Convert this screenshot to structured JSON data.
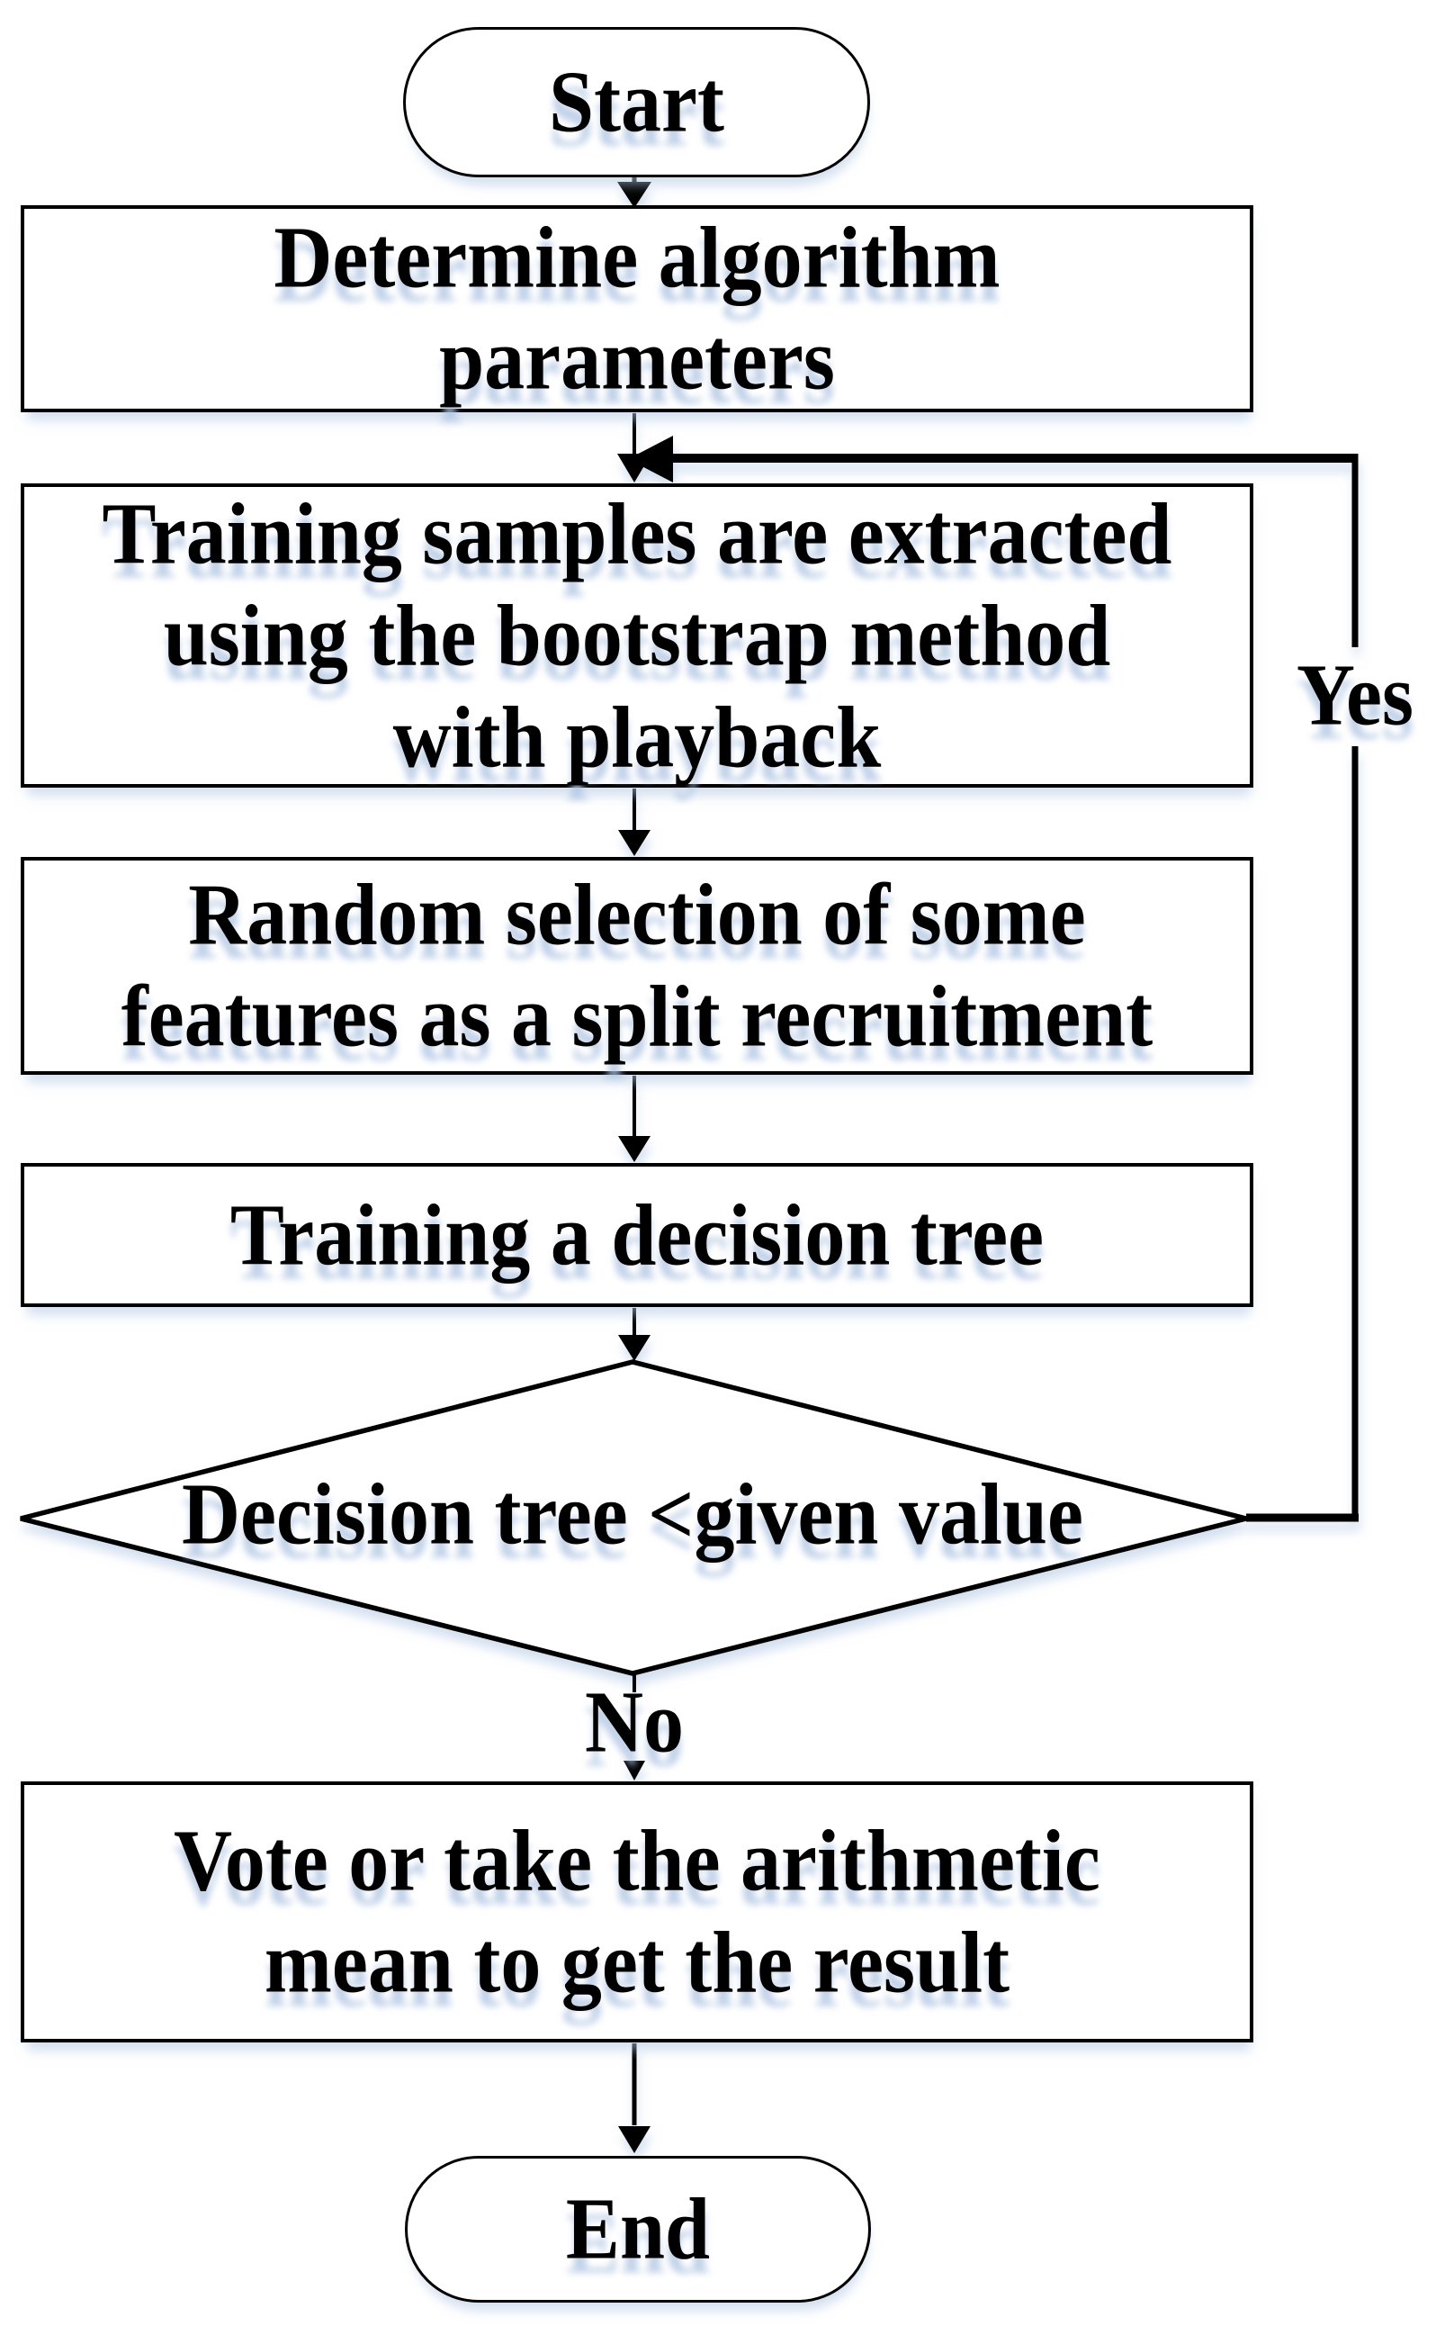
{
  "diagram": {
    "type": "flowchart",
    "nodes": {
      "start": {
        "shape": "stadium",
        "lines": [
          "Start"
        ]
      },
      "determine_params": {
        "shape": "rectangle",
        "lines": [
          "Determine algorithm",
          "parameters"
        ]
      },
      "bootstrap_sampling": {
        "shape": "rectangle",
        "lines": [
          "Training samples are extracted",
          "using the bootstrap method",
          "with playback"
        ]
      },
      "feature_selection": {
        "shape": "rectangle",
        "lines": [
          "Random selection of some",
          "features as a split recruitment"
        ]
      },
      "train_tree": {
        "shape": "rectangle",
        "lines": [
          "Training a decision tree"
        ]
      },
      "decision": {
        "shape": "diamond",
        "lines": [
          "Decision tree <given value"
        ]
      },
      "vote_result": {
        "shape": "rectangle",
        "lines": [
          "Vote or take the arithmetic",
          "mean to get the result"
        ]
      },
      "end": {
        "shape": "stadium",
        "lines": [
          "End"
        ]
      }
    },
    "edge_labels": {
      "yes": "Yes",
      "no": "No"
    },
    "colors": {
      "line": "#000000",
      "fill": "#ffffff",
      "text": "#000000",
      "shadow": "#adc3de"
    }
  }
}
